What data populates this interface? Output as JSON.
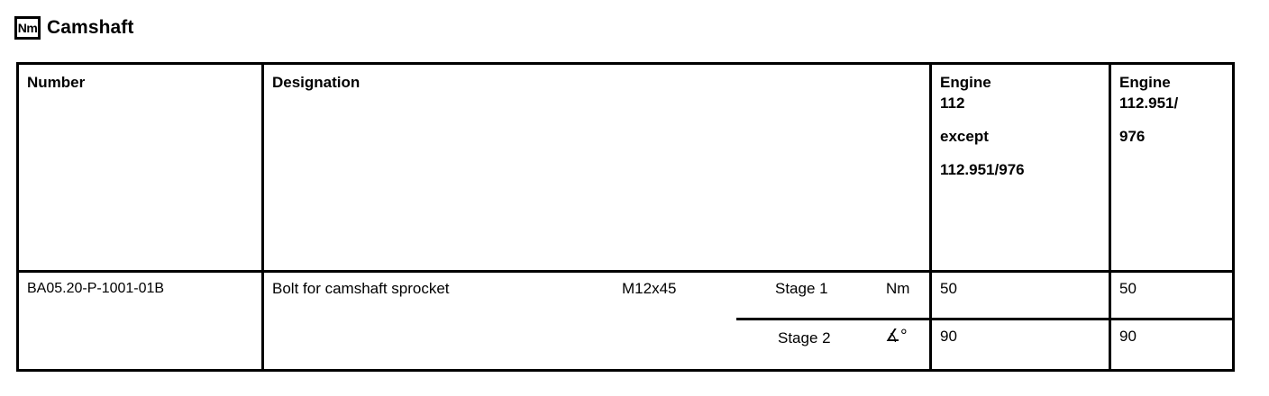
{
  "document": {
    "icon": "nm-unit-icon",
    "icon_label": "Nm",
    "title": "Camshaft"
  },
  "table": {
    "columns": [
      {
        "key": "number",
        "header": "Number"
      },
      {
        "key": "designation",
        "header": "Designation"
      },
      {
        "key": "engine_1",
        "header_lines": [
          "Engine",
          "112",
          "except",
          "112.951/976"
        ]
      },
      {
        "key": "engine_2",
        "header_lines": [
          "Engine",
          "112.951/",
          "976"
        ]
      }
    ],
    "header": {
      "number": "Number",
      "designation": "Designation",
      "engine_1_line1": "Engine",
      "engine_1_line2": "112",
      "engine_1_line3": "except",
      "engine_1_line4": "112.951/976",
      "engine_2_line1": "Engine",
      "engine_2_line2": "112.951/",
      "engine_2_line3": "976"
    },
    "rows": [
      {
        "number": "BA05.20-P-1001-01B",
        "designation": "Bolt for camshaft sprocket",
        "size": "M12x45",
        "stages": [
          {
            "label": "Stage 1",
            "unit": "Nm",
            "engine_1": "50",
            "engine_2": "50"
          },
          {
            "label": "Stage 2",
            "unit": "∡°",
            "engine_1": "90",
            "engine_2": "90"
          }
        ]
      }
    ]
  },
  "colors": {
    "background": "#ffffff",
    "foreground": "#000000",
    "border": "#000000"
  }
}
